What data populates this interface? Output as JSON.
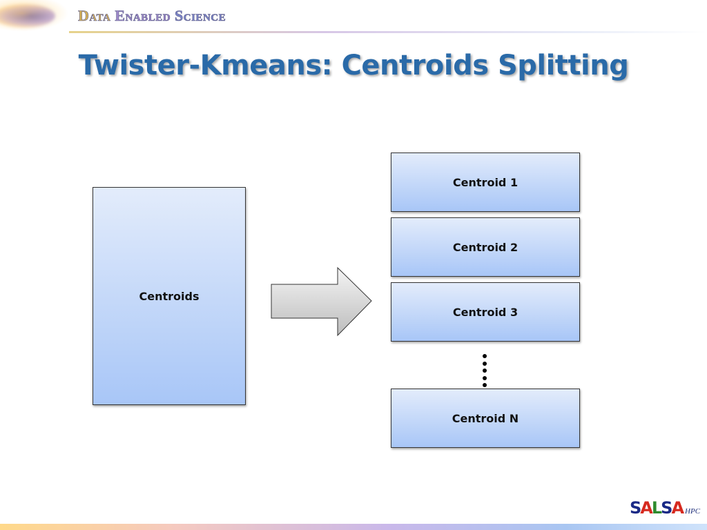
{
  "header": {
    "brand": [
      "Data",
      "Enabled",
      "Science"
    ]
  },
  "slide": {
    "title": "Twister-Kmeans: Centroids Splitting"
  },
  "diagram": {
    "source_label": "Centroids",
    "targets": [
      "Centroid 1",
      "Centroid 2",
      "Centroid 3",
      "Centroid N"
    ]
  },
  "logo": {
    "letters": [
      "S",
      "A",
      "L",
      "S",
      "A"
    ],
    "letter_colors": [
      "#1a2a86",
      "#d62a1f",
      "#2e8b2e",
      "#1a2a86",
      "#d62a1f"
    ],
    "suffix": "HPC"
  },
  "colors": {
    "title": "#2a6aa8",
    "box_top": "#e3ecfb",
    "box_bottom": "#a8c6f7"
  }
}
